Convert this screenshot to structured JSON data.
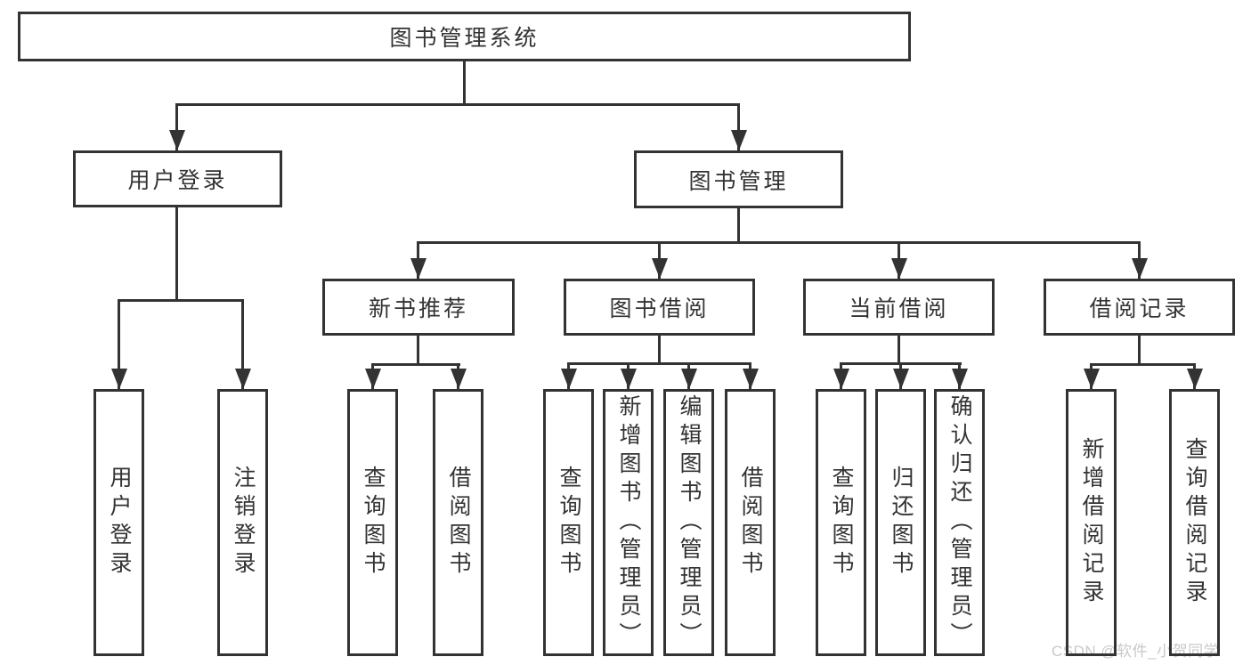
{
  "diagram": {
    "title": "图书管理系统",
    "root": {
      "label": "图书管理系统"
    },
    "branches": [
      {
        "label": "用户登录",
        "children": [
          {
            "label": "用户登录"
          },
          {
            "label": "注销登录"
          }
        ]
      },
      {
        "label": "图书管理",
        "children": [
          {
            "label": "新书推荐",
            "children": [
              {
                "label": "查询图书"
              },
              {
                "label": "借阅图书"
              }
            ]
          },
          {
            "label": "图书借阅",
            "children": [
              {
                "label": "查询图书"
              },
              {
                "label": "新增图书（管理员）"
              },
              {
                "label": "编辑图书（管理员）"
              },
              {
                "label": "借阅图书"
              }
            ]
          },
          {
            "label": "当前借阅",
            "children": [
              {
                "label": "查询图书"
              },
              {
                "label": "归还图书"
              },
              {
                "label": "确认归还（管理员）"
              }
            ]
          },
          {
            "label": "借阅记录",
            "children": [
              {
                "label": "新增借阅记录"
              },
              {
                "label": "查询借阅记录"
              }
            ]
          }
        ]
      }
    ]
  },
  "watermark": {
    "text": "CSDN @软件_小贺同学"
  },
  "colors": {
    "line": "#333333",
    "text": "#333333",
    "background": "#ffffff",
    "watermark": "#c9c9c9"
  }
}
